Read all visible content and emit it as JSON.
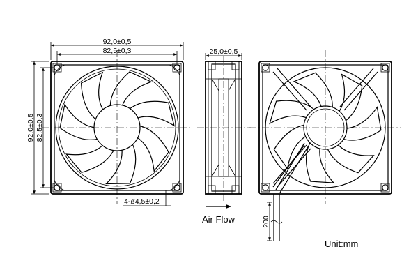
{
  "front_view": {
    "dims": {
      "overall_width": "92,0±0,5",
      "hole_spacing_width": "82,5±0,3",
      "overall_height": "92,0±0,5",
      "hole_spacing_height": "82,5±0,3",
      "holes": "4-ø4,5±0,2"
    },
    "blade_count": 7
  },
  "side_view": {
    "dims": {
      "thickness": "25,0±0,5"
    }
  },
  "airflow": {
    "label": "Air Flow"
  },
  "back_view": {
    "dims": {
      "lead_length": "200"
    }
  },
  "unit_note": "Unit:mm"
}
